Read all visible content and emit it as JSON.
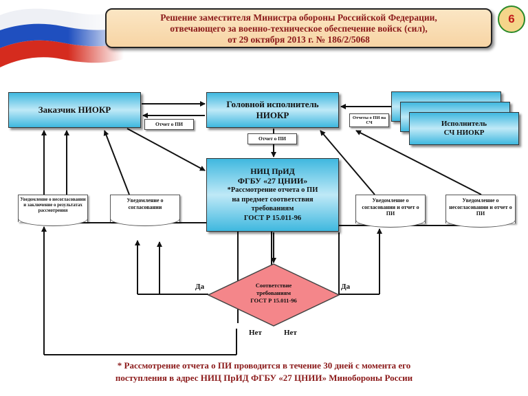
{
  "header": {
    "title_line1": "Решение заместителя Министра обороны Российской Федерации,",
    "title_line2": "отвечающего за военно-техническое обеспечение войск (сил),",
    "title_line3": "от 29 октября 2013 г. № 186/2/5068",
    "page_number": "6"
  },
  "nodes": {
    "customer": "Заказчик НИОКР",
    "head_executor_line1": "Головной исполнитель",
    "head_executor_line2": "НИОКР",
    "sub_executor_line1": "Исполнитель",
    "sub_executor_line2": "СЧ НИОКР",
    "center_line1": "НИЦ ПрИД",
    "center_line2": "ФГБУ «27 ЦНИИ»",
    "center_line3": "*Рассмотрение отчета о ПИ",
    "center_line4": "на предмет соответствия",
    "center_line5": "требованиям",
    "center_line6": "ГОСТ Р 15.011-96",
    "decision_line1": "Соответствие",
    "decision_line2": "требованиям",
    "decision_line3": "ГОСТ Р 15.011-96"
  },
  "labels": {
    "report_pi_1": "Отчет о ПИ",
    "report_pi_2": "Отчет о ПИ",
    "reports_pi_sch": "Отчеты о ПИ на СЧ",
    "yes_left": "Да",
    "yes_right": "Да",
    "no_left": "Нет",
    "no_right": "Нет"
  },
  "documents": {
    "notice_disagree_conclusion": "Уведомление о несогласовании и заключение о результатах рассмотрения",
    "notice_agree_left": "Уведомление о согласовании",
    "notice_agree_report": "Уведомление о согласовании и отчет о ПИ",
    "notice_disagree_report": "Уведомление о несогласовании и отчет о ПИ"
  },
  "footnote": {
    "line1": "* Рассмотрение отчета о ПИ проводится в течение 30 дней с момента его",
    "line2": "поступления в адрес НИЦ ПрИД ФГБУ «27 ЦНИИ» Минобороны России"
  },
  "colors": {
    "box_blue": "#3fb8df",
    "title_bg": "#f7d4a4",
    "title_text": "#8b1a1a",
    "decision_fill": "#f4868a",
    "flag_white": "#ffffff",
    "flag_blue": "#1f4fbf",
    "flag_red": "#d52b1e"
  }
}
